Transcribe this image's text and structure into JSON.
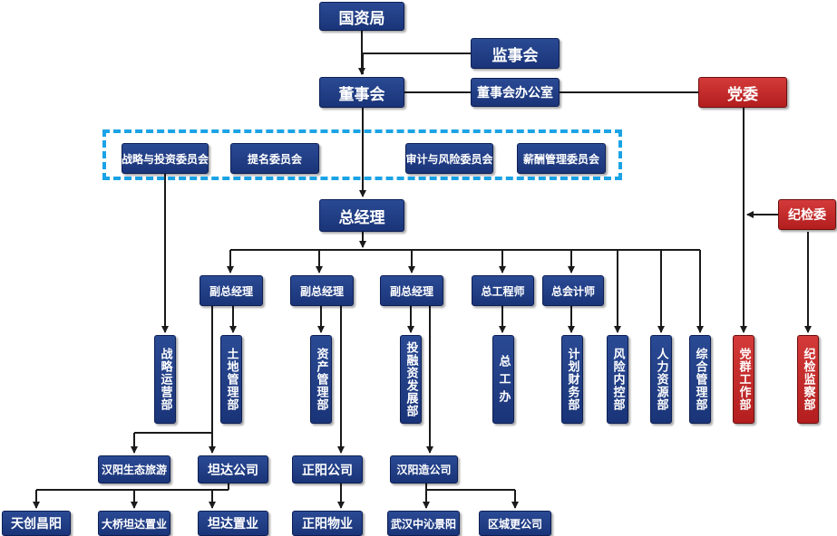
{
  "top": {
    "guoziju": "国资局",
    "jianshihui": "监事会",
    "dongshihui": "董事会",
    "dongshihui_office": "董事会办公室",
    "dangwei": "党委",
    "jijianwei": "纪检委",
    "general_manager": "总经理"
  },
  "committees": [
    "战略与投资委员会",
    "提名委员会",
    "审计与风险委员会",
    "薪酬管理委员会"
  ],
  "executives": [
    "副总经理",
    "副总经理",
    "副总经理",
    "总工程师",
    "总会计师"
  ],
  "departments": [
    "战略运营部",
    "土地管理部",
    "资产管理部",
    "投融资发展部",
    "总 工 办",
    "计划财务部",
    "风险内控部",
    "人力资源部",
    "综合管理部",
    "党群工作部",
    "纪检监察部"
  ],
  "companies": {
    "hanyang_eco_tourism": "汉阳生态旅游",
    "tanda": "坦达公司",
    "zhengyang": "正阳公司",
    "hanyang_zao": "汉阳造公司",
    "tianchuang_changyang": "天创昌阳",
    "daqiao_tanda": "大桥坦达置业",
    "tanda_zhiye": "坦达置业",
    "zhengyang_wuye": "正阳物业",
    "wuhan_zhongqin": "武汉中沁景阳",
    "quchenggeng": "区城更公司"
  },
  "colors": {
    "box_blue": "#1f3c85",
    "box_red": "#c0292a",
    "dashed_border": "#1aa3e6",
    "line": "#1a1a1a"
  }
}
